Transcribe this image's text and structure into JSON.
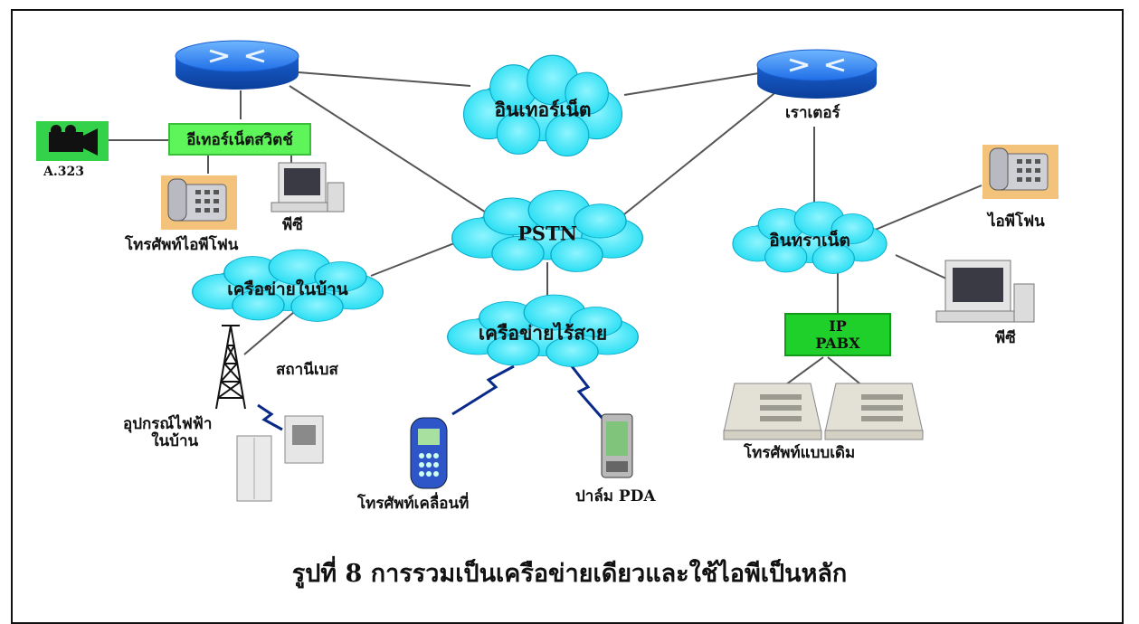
{
  "clouds": {
    "internet": "อินเทอร์เน็ต",
    "pstn": "PSTN",
    "intranet": "อินทราเน็ต",
    "home_network": "เครือข่ายในบ้าน",
    "wireless_network": "เครือข่ายไร้สาย"
  },
  "boxes": {
    "ethernet_switch": "อีเทอร์เน็ตสวิตช์",
    "ip_pabx_line1": "IP",
    "ip_pabx_line2": "PABX"
  },
  "labels": {
    "router": "เราเตอร์",
    "h323": "A.323",
    "ip_phone_left": "โทรศัพท์ไอพีโฟน",
    "pc_left": "พีซี",
    "ip_phone_right": "ไอพีโฟน",
    "pc_right": "พีซี",
    "base_station": "สถานีเบส",
    "appliance_line1": "อุปกรณ์ไฟฟ้า",
    "appliance_line2": "ในบ้าน",
    "mobile_phone": "โทรศัพท์เคลื่อนที่",
    "pda": "ปาล์ม PDA",
    "legacy_phone": "โทรศัพท์แบบเดิม"
  },
  "caption": "รูปที่ 8 การรวมเป็นเครือข่ายเดียวและใช้ไอพีเป็นหลัก",
  "colors": {
    "cloud": "#2fe3f6",
    "router": "#2a7ff0",
    "switch": "#5df55a",
    "pabx": "#1fcf2a"
  }
}
